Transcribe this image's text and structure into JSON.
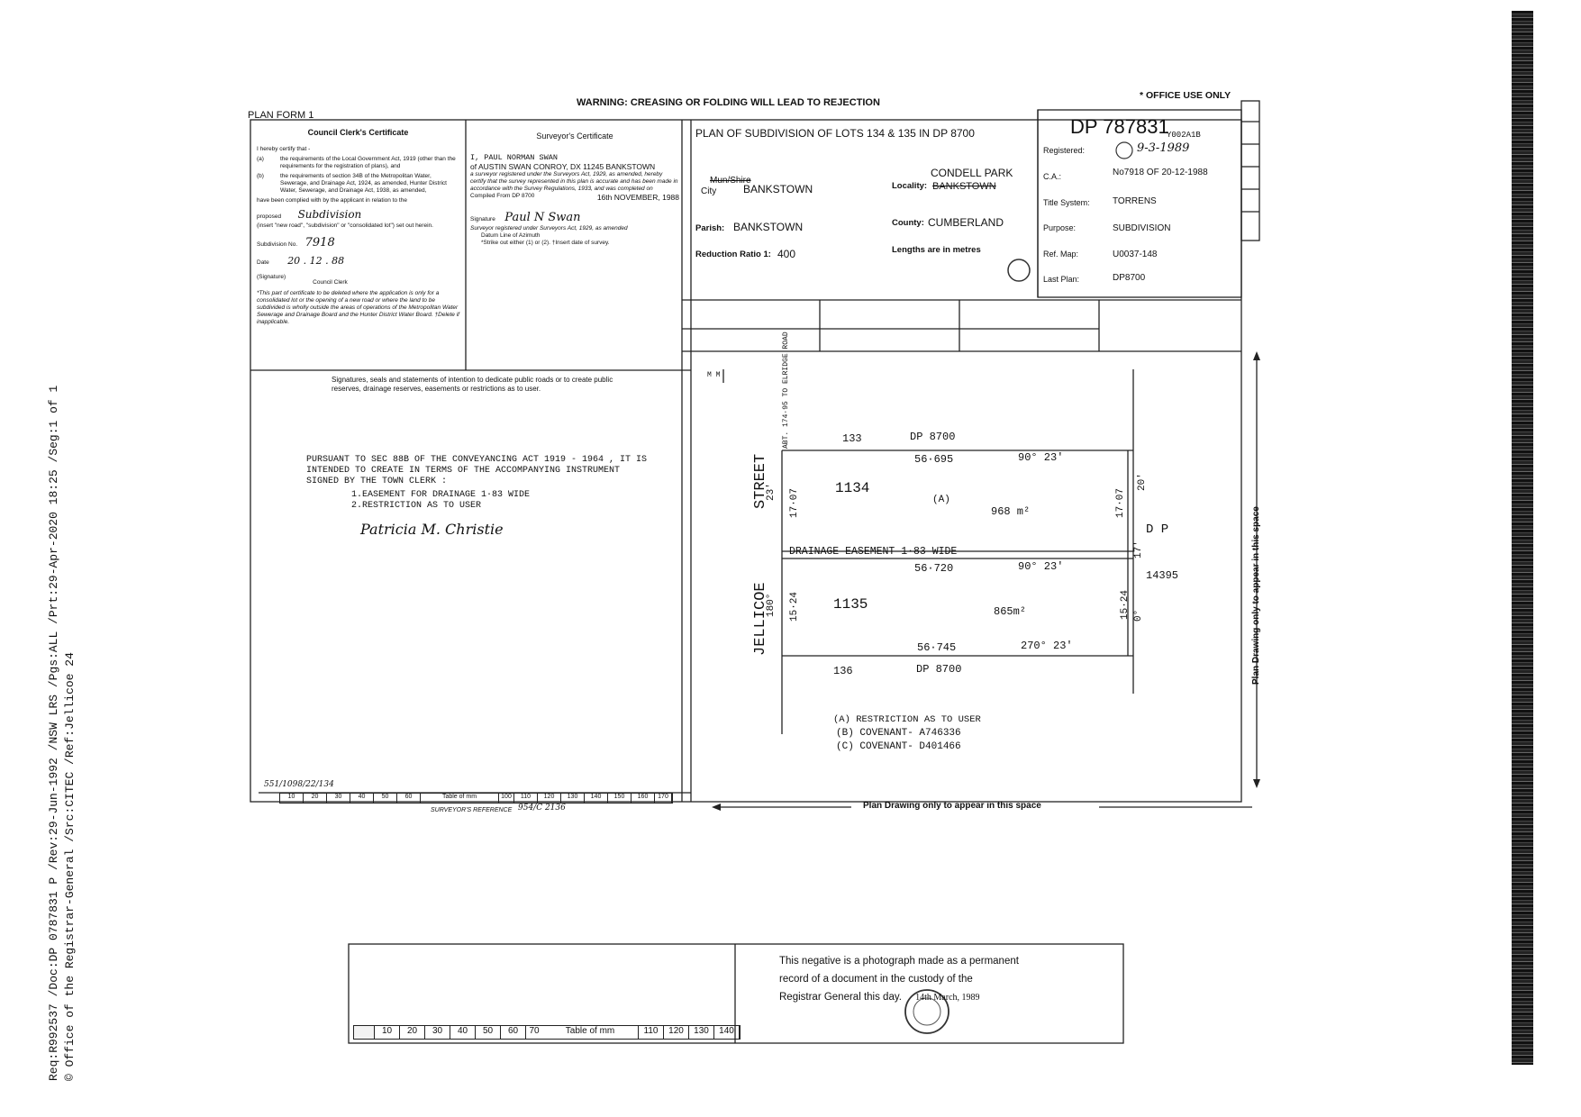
{
  "margin_text": {
    "line1": "Req:R992537 /Doc:DP 0787831 P /Rev:29-Jun-1992 /NSW LRS /Pgs:ALL /Prt:29-Apr-2020 18:25 /Seg:1 of 1",
    "line2": "© Office of the Registrar-General /Src:CITEC /Ref:Jellicoe 24"
  },
  "header": {
    "plan_form": "PLAN FORM 1",
    "warning": "WARNING: CREASING OR FOLDING WILL LEAD TO REJECTION",
    "office_use": "* OFFICE USE ONLY"
  },
  "council": {
    "title": "Council Clerk's Certificate",
    "certify": "I hereby certify that -",
    "a_label": "(a)",
    "a_text": "the requirements of the Local Government Act, 1919 (other than the requirements for the registration of plans), and",
    "b_label": "(b)",
    "b_text": "the requirements of section 34B of the Metropolitan Water, Sewerage, and Drainage Act, 1924, as amended, Hunter District Water, Sewerage, and Drainage Act, 1938, as amended,",
    "complied": "have been complied with by the applicant in relation to the",
    "proposed_label": "proposed",
    "proposed_value": "Subdivision",
    "insert_note": "(insert \"new road\", \"subdivision\" or \"consolidated lot\") set out herein.",
    "subdivision_no_label": "Subdivision No.",
    "subdivision_no_value": "7918",
    "date_label": "Date",
    "date_value": "20 . 12 . 88",
    "signature_label": "(Signature)",
    "clerk_label": "Council Clerk",
    "footnote": "*This part of certificate to be deleted where the application is only for a consolidated lot or the opening of a new road or where the land to be subdivided is wholly outside the areas of operations of the Metropolitan Water Sewerage and Drainage Board and the Hunter District Water Board. †Delete if inapplicable."
  },
  "surveyor": {
    "title": "Surveyor's Certificate",
    "name_line": "I, PAUL NORMAN SWAN",
    "of_line": "of AUSTIN SWAN CONROY, DX 11245 BANKSTOWN",
    "reg_line": "a surveyor registered under the Surveyors Act, 1929, as amended, hereby certify that the survey represented in this plan is accurate and has been made in accordance with the Survey Regulations, 1933, and was completed on",
    "compiled": "Compiled From DP 8700",
    "completed_date": "16th NOVEMBER, 1988",
    "signature_label": "Signature",
    "signature": "Paul N Swan",
    "footer": "Surveyor registered under Surveyors Act, 1929, as amended",
    "datum": "Datum Line of Azimuth",
    "strike": "*Strike out either (1) or (2). †Insert date of survey."
  },
  "plan_info": {
    "title": "PLAN OF SUBDIVISION OF LOTS 134 & 135 IN DP 8700",
    "mun_label": "Mun/Shire",
    "city_label": "City",
    "city_value": "BANKSTOWN",
    "locality_label": "Locality:",
    "locality_value": "CONDELL PARK",
    "locality_struck": "BANKSTOWN",
    "parish_label": "Parish:",
    "parish_value": "BANKSTOWN",
    "county_label": "County:",
    "county_value": "CUMBERLAND",
    "ratio_label": "Reduction Ratio 1:",
    "ratio_value": "400",
    "lengths": "Lengths are in metres"
  },
  "office": {
    "dp_number": "DP 787831",
    "dp_sub": "Y002A1B",
    "registered_label": "Registered:",
    "registered_value": "9-3-1989",
    "ca_label": "C.A.:",
    "ca_value": "No7918 OF 20-12-1988",
    "title_system_label": "Title System:",
    "title_system_value": "TORRENS",
    "purpose_label": "Purpose:",
    "purpose_value": "SUBDIVISION",
    "ref_map_label": "Ref. Map:",
    "ref_map_value": "U0037-148",
    "last_plan_label": "Last Plan:",
    "last_plan_value": "DP8700"
  },
  "statements": {
    "heading": "Signatures, seals and statements of intention to dedicate public roads or to create public reserves, drainage reserves, easements or restrictions as to user.",
    "pursuant": "PURSUANT TO SEC 88B OF THE CONVEYANCING ACT 1919 - 1964 , IT IS INTENDED TO CREATE IN TERMS OF THE ACCOMPANYING INSTRUMENT SIGNED BY THE TOWN CLERK :",
    "item1": "1.EASEMENT FOR DRAINAGE 1·83 WIDE",
    "item2": "2.RESTRICTION AS TO USER",
    "signature": "Patricia M. Christie",
    "ref_note": "551/1098/22/134",
    "surveyor_ref_label": "SURVEYOR'S REFERENCE",
    "surveyor_ref_value": "954/C 2136"
  },
  "ruler": {
    "marks": [
      "10",
      "20",
      "30",
      "40",
      "50",
      "60",
      "Table of mm",
      "100",
      "110",
      "120",
      "130",
      "140",
      "150",
      "160",
      "170"
    ]
  },
  "drawing": {
    "mm_label": "M M",
    "street_text": "ABT. 174·95 TO ELRIDGE ROAD",
    "street_name1": "STREET",
    "street_width1": "23'",
    "street_name2": "JELLICOE",
    "street_width2": "180°",
    "lot133": "133",
    "dp_top": "DP  8700",
    "dim1": "56·695",
    "bear1": "90°  23'",
    "lot1134": "1134",
    "a_mark": "(A)",
    "area1": "968 m²",
    "side1": "17·07",
    "side1r": "17·07",
    "bearing_r1": "20'",
    "easement": "DRAINAGE   EASEMENT   1·83   WIDE",
    "dim2": "56·720",
    "bear2": "90°  23'",
    "dp_right": "D  P",
    "dp_right_num": "14395",
    "right_17": "17'",
    "right_0": "0°",
    "lot1135": "1135",
    "area2": "865m²",
    "side2": "15·24",
    "side2r": "15·24",
    "dim3": "56·745",
    "bear3": "270°  23'",
    "lot136": "136",
    "dp_bottom": "DP  8700",
    "legend_a": "(A)  RESTRICTION  AS  TO  USER",
    "legend_b": "(B)  COVENANT- A746336",
    "legend_c": "(C)  COVENANT-  D401466",
    "space_right": "Plan Drawing only to appear in this space",
    "space_bottom": "Plan Drawing only to appear in this space"
  },
  "negative": {
    "text1": "This negative is a photograph made as a permanent",
    "text2": "record of a document in the custody of the",
    "text3": "Registrar General this day.",
    "date": "14th March, 1989",
    "ruler_marks": [
      "10",
      "20",
      "30",
      "40",
      "50",
      "60",
      "70",
      "Table of mm",
      "110",
      "120",
      "130",
      "140"
    ]
  }
}
